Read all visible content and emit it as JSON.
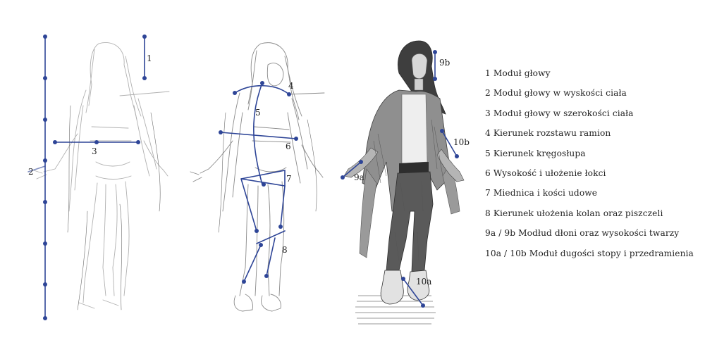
{
  "accent_color": "#2e4597",
  "labels": {
    "m1": "1",
    "m2": "2",
    "m3": "3",
    "m4": "4",
    "m5": "5",
    "m6": "6",
    "m7": "7",
    "m8": "8",
    "m9a": "9a",
    "m9b": "9b",
    "m10a": "10a",
    "m10b": "10b"
  },
  "legend": [
    "1 Moduł głowy",
    "2 Moduł głowy w wyskości ciała",
    "3 Moduł głowy w szerokości ciała",
    "4 Kierunek rozstawu ramion",
    "5 Kierunek kręgosłupa",
    "6 Wysokość i ułożenie łokci",
    "7 Miednica i kości udowe",
    "8 Kierunek ułożenia kolan oraz piszczeli",
    "9a / 9b Modłud dłoni oraz wysokości twarzy",
    "10a / 10b Moduł dugości stopy i przedramienia"
  ]
}
